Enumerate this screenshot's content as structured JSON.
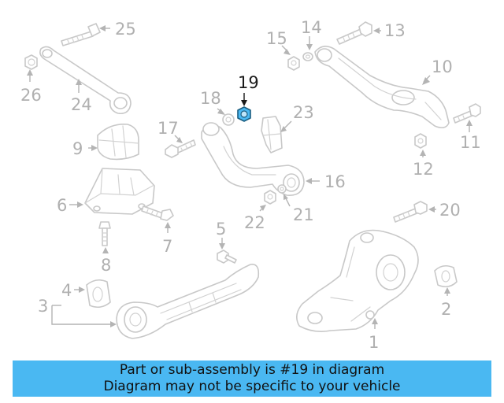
{
  "diagram": {
    "callouts": {
      "c1": "1",
      "c2": "2",
      "c3": "3",
      "c4": "4",
      "c5": "5",
      "c6": "6",
      "c7": "7",
      "c8": "8",
      "c9": "9",
      "c10": "10",
      "c11": "11",
      "c12": "12",
      "c13": "13",
      "c14": "14",
      "c15": "15",
      "c16": "16",
      "c17": "17",
      "c18": "18",
      "c19": "19",
      "c20": "20",
      "c21": "21",
      "c22": "22",
      "c23": "23",
      "c24": "24",
      "c25": "25",
      "c26": "26"
    },
    "highlight_part": "19",
    "highlight_color": "#4ab8f2"
  },
  "banner": {
    "line1": "Part or sub-assembly is #19 in diagram",
    "line2": "Diagram may not be specific to your vehicle",
    "color": "#4ab8f2"
  }
}
